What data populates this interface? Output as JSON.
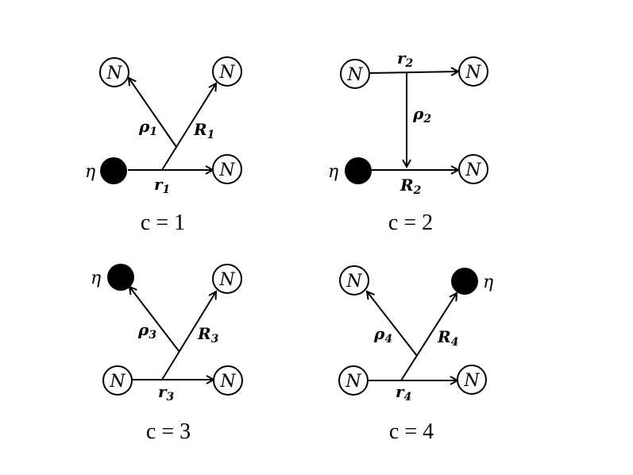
{
  "node_label": "N",
  "eta_label": "η",
  "panels": [
    {
      "caption": "c = 1",
      "r": "r",
      "rho": "ρ",
      "R": "R",
      "index": "1"
    },
    {
      "caption": "c = 2",
      "r": "r",
      "rho": "ρ",
      "R": "R",
      "index": "2"
    },
    {
      "caption": "c = 3",
      "r": "r",
      "rho": "ρ",
      "R": "R",
      "index": "3"
    },
    {
      "caption": "c = 4",
      "r": "r",
      "rho": "ρ",
      "R": "R",
      "index": "4"
    }
  ]
}
